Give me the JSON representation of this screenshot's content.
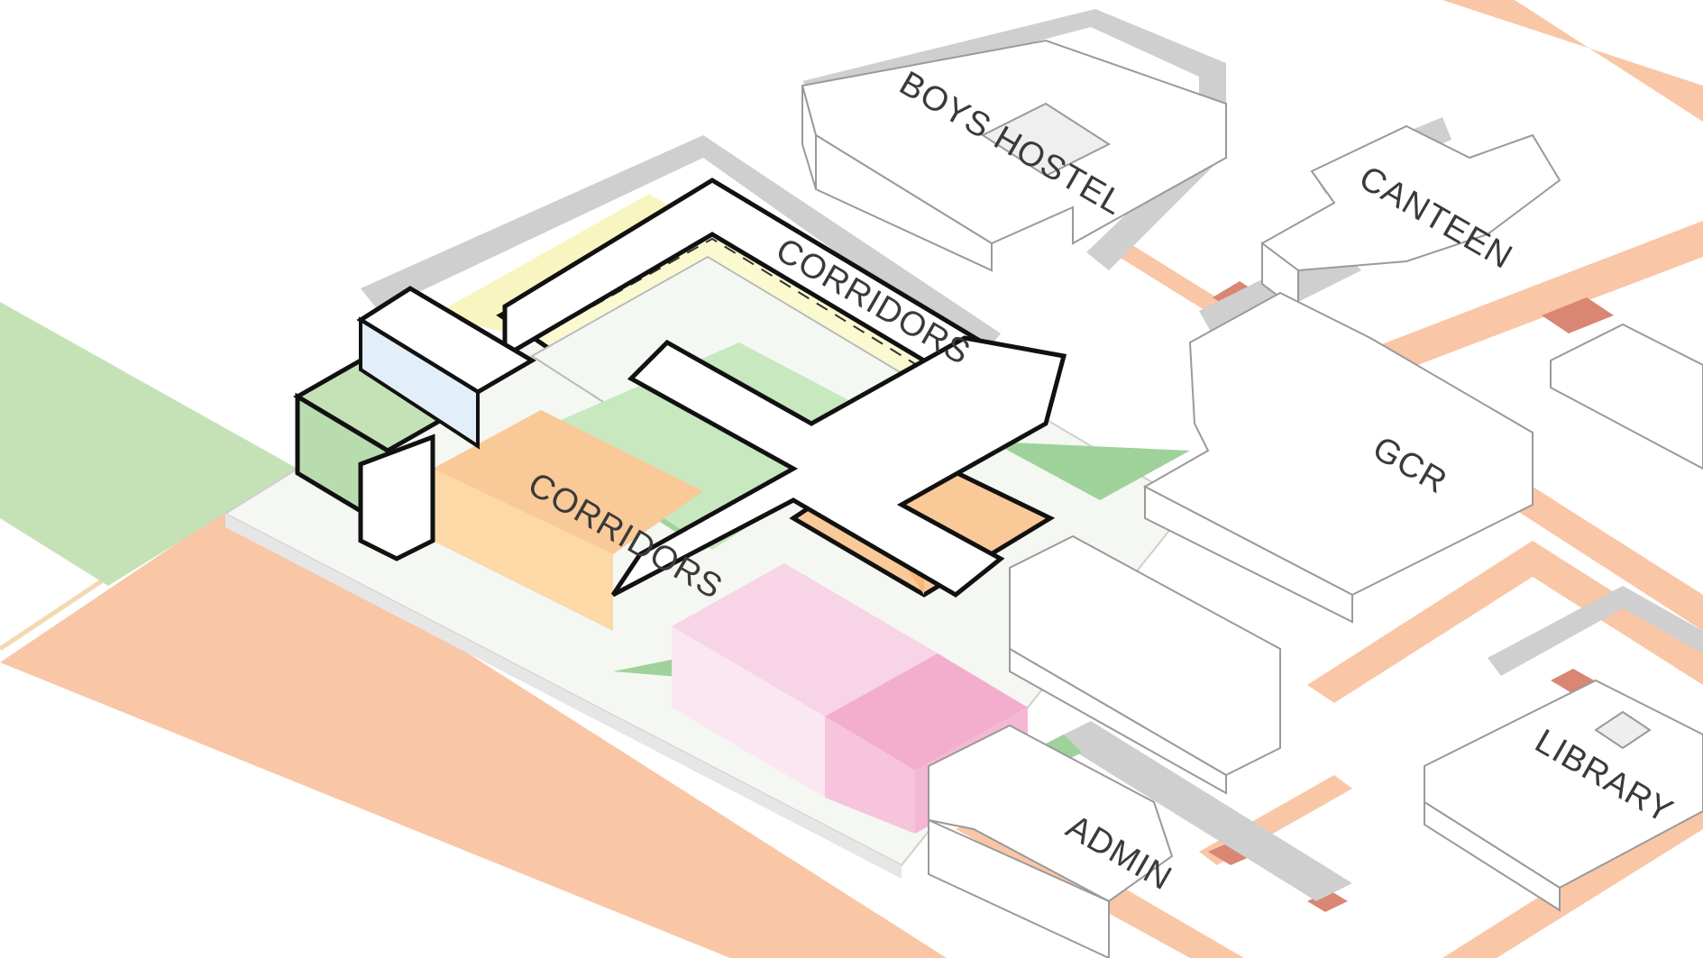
{
  "labels": {
    "corridors_top": "CORRIDORS",
    "corridors_bottom": "CORRIDORS",
    "boys_hostel": "BOYS HOSTEL",
    "canteen": "CANTEEN",
    "gcr": "GCR",
    "library": "LIBRARY",
    "admin": "ADMIN"
  },
  "colors": {
    "background": "#ffffff",
    "road": "#f9c6a6",
    "road_junction": "#d98672",
    "road_edge_yellow": "#fbeec0",
    "lawn": "#c4e2b6",
    "green_zone": "#9fd29b",
    "yellow_corridor": "#f8f5c0",
    "orange_corridor": "#fac998",
    "pink_block": "#f7d4e6",
    "pink_block_dark": "#f4aecd",
    "light_blue": "#e2eef8",
    "building_white": "#ffffff",
    "shadow": "#cfcfcf",
    "outline": "#111111"
  }
}
